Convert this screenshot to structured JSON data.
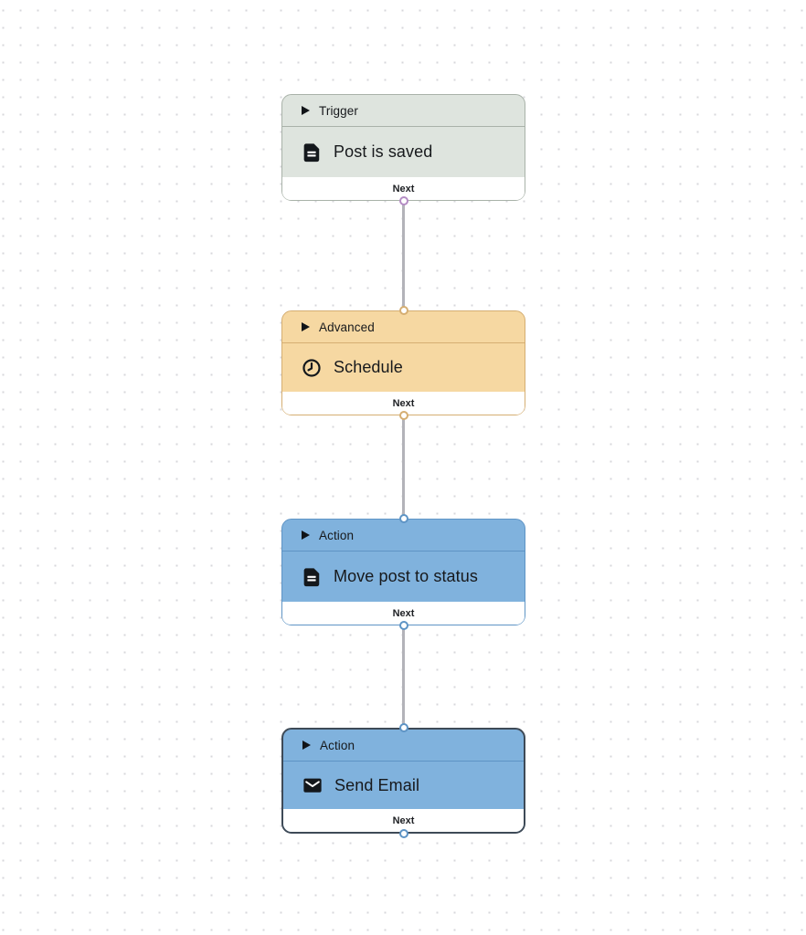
{
  "workflow": {
    "grid_dot_color": "#d7d7db",
    "edge_color": "#b3b3b9",
    "nodes": [
      {
        "id": "node-1",
        "category": "Trigger",
        "title": "Post is saved",
        "icon": "document-icon",
        "footer_label": "Next",
        "selected": false,
        "colors": {
          "fill": "#dee4de",
          "border": "#a9b2a9",
          "separator": "#a9b2a9",
          "handle": "#b48cc4"
        }
      },
      {
        "id": "node-2",
        "category": "Advanced",
        "title": "Schedule",
        "icon": "clock-icon",
        "footer_label": "Next",
        "selected": false,
        "colors": {
          "fill": "#f6d8a2",
          "border": "#d5ae72",
          "separator": "#d5ae72",
          "handle": "#d5ae72"
        }
      },
      {
        "id": "node-3",
        "category": "Action",
        "title": "Move post to status",
        "icon": "document-icon",
        "footer_label": "Next",
        "selected": false,
        "colors": {
          "fill": "#80b2dd",
          "border": "#5e94c5",
          "separator": "#5e94c5",
          "handle": "#5e94c5"
        }
      },
      {
        "id": "node-4",
        "category": "Action",
        "title": "Send Email",
        "icon": "mail-icon",
        "footer_label": "Next",
        "selected": true,
        "colors": {
          "fill": "#80b2dd",
          "border": "#3e4a57",
          "separator": "#5e94c5",
          "handle": "#5e94c5"
        }
      }
    ]
  }
}
